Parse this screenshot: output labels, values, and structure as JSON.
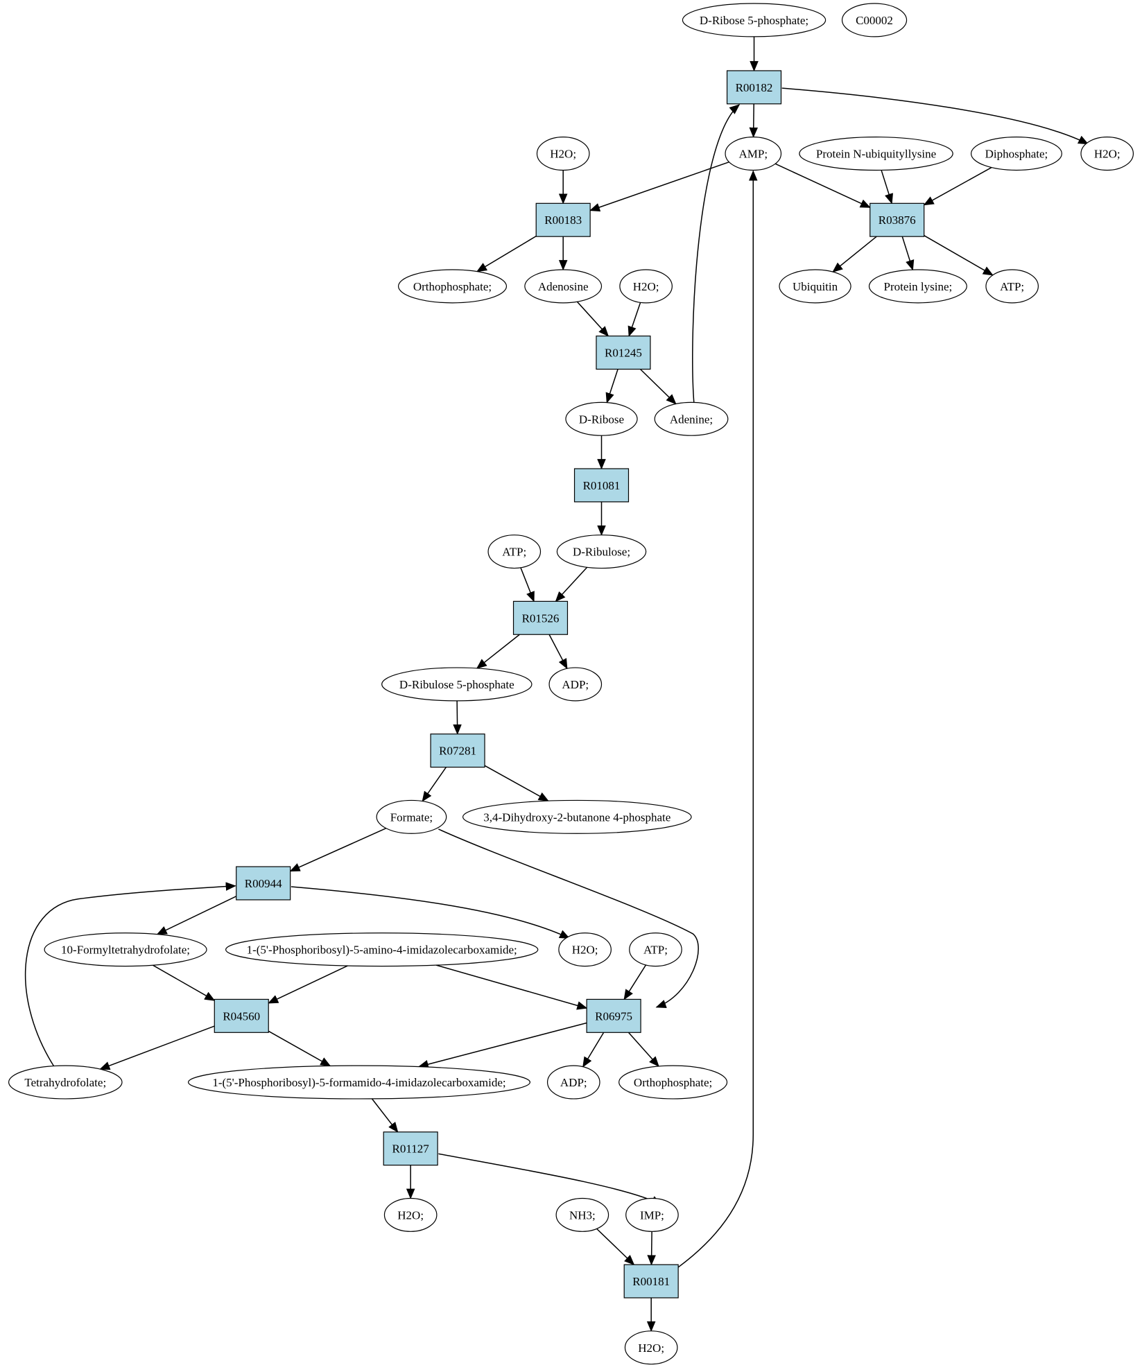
{
  "colors": {
    "reaction_fill": "#add8e6",
    "start_fill": "#00ee00",
    "highlight_fill": "#ffff00",
    "metabolite_fill": "#ffffff",
    "stroke": "#000000"
  },
  "nodes": [
    {
      "id": "n_dribose5p",
      "kind": "metabolite",
      "style": "start",
      "label": "D-Ribose 5-phosphate;"
    },
    {
      "id": "n_c00002",
      "kind": "metabolite",
      "style": "highlight",
      "label": "C00002"
    },
    {
      "id": "n_r00182",
      "kind": "reaction",
      "label": "R00182"
    },
    {
      "id": "n_h2o_1",
      "kind": "metabolite",
      "label": "H2O;"
    },
    {
      "id": "n_amp",
      "kind": "metabolite",
      "label": "AMP;"
    },
    {
      "id": "n_protnubq",
      "kind": "metabolite",
      "label": "Protein N-ubiquityllysine"
    },
    {
      "id": "n_diphosphate",
      "kind": "metabolite",
      "label": "Diphosphate;"
    },
    {
      "id": "n_h2o_2",
      "kind": "metabolite",
      "label": "H2O;"
    },
    {
      "id": "n_r00183",
      "kind": "reaction",
      "label": "R00183"
    },
    {
      "id": "n_r03876",
      "kind": "reaction",
      "label": "R03876"
    },
    {
      "id": "n_orthophos_1",
      "kind": "metabolite",
      "label": "Orthophosphate;"
    },
    {
      "id": "n_adenosine",
      "kind": "metabolite",
      "label": "Adenosine"
    },
    {
      "id": "n_h2o_3",
      "kind": "metabolite",
      "label": "H2O;"
    },
    {
      "id": "n_ubiquitin",
      "kind": "metabolite",
      "label": "Ubiquitin"
    },
    {
      "id": "n_protlys",
      "kind": "metabolite",
      "label": "Protein lysine;"
    },
    {
      "id": "n_atp_1",
      "kind": "metabolite",
      "label": "ATP;"
    },
    {
      "id": "n_r01245",
      "kind": "reaction",
      "label": "R01245"
    },
    {
      "id": "n_dribose",
      "kind": "metabolite",
      "label": "D-Ribose"
    },
    {
      "id": "n_adenine",
      "kind": "metabolite",
      "label": "Adenine;"
    },
    {
      "id": "n_r01081",
      "kind": "reaction",
      "label": "R01081"
    },
    {
      "id": "n_atp_2",
      "kind": "metabolite",
      "label": "ATP;"
    },
    {
      "id": "n_dribulose",
      "kind": "metabolite",
      "label": "D-Ribulose;"
    },
    {
      "id": "n_r01526",
      "kind": "reaction",
      "label": "R01526"
    },
    {
      "id": "n_dribulose5p",
      "kind": "metabolite",
      "label": "D-Ribulose 5-phosphate"
    },
    {
      "id": "n_adp_1",
      "kind": "metabolite",
      "label": "ADP;"
    },
    {
      "id": "n_r07281",
      "kind": "reaction",
      "label": "R07281"
    },
    {
      "id": "n_formate",
      "kind": "metabolite",
      "label": "Formate;"
    },
    {
      "id": "n_dhbp",
      "kind": "metabolite",
      "label": "3,4-Dihydroxy-2-butanone 4-phosphate"
    },
    {
      "id": "n_r00944",
      "kind": "reaction",
      "label": "R00944"
    },
    {
      "id": "n_10fthf",
      "kind": "metabolite",
      "label": "10-Formyltetrahydrofolate;"
    },
    {
      "id": "n_aicar",
      "kind": "metabolite",
      "label": "1-(5'-Phosphoribosyl)-5-amino-4-imidazolecarboxamide;"
    },
    {
      "id": "n_h2o_4",
      "kind": "metabolite",
      "label": "H2O;"
    },
    {
      "id": "n_atp_3",
      "kind": "metabolite",
      "label": "ATP;"
    },
    {
      "id": "n_r04560",
      "kind": "reaction",
      "label": "R04560"
    },
    {
      "id": "n_r06975",
      "kind": "reaction",
      "label": "R06975"
    },
    {
      "id": "n_thf",
      "kind": "metabolite",
      "label": "Tetrahydrofolate;"
    },
    {
      "id": "n_faicar",
      "kind": "metabolite",
      "label": "1-(5'-Phosphoribosyl)-5-formamido-4-imidazolecarboxamide;"
    },
    {
      "id": "n_adp_2",
      "kind": "metabolite",
      "label": "ADP;"
    },
    {
      "id": "n_orthophos_2",
      "kind": "metabolite",
      "label": "Orthophosphate;"
    },
    {
      "id": "n_r01127",
      "kind": "reaction",
      "label": "R01127"
    },
    {
      "id": "n_h2o_5",
      "kind": "metabolite",
      "label": "H2O;"
    },
    {
      "id": "n_nh3",
      "kind": "metabolite",
      "label": "NH3;"
    },
    {
      "id": "n_imp",
      "kind": "metabolite",
      "label": "IMP;"
    },
    {
      "id": "n_r00181",
      "kind": "reaction",
      "label": "R00181"
    },
    {
      "id": "n_h2o_6",
      "kind": "metabolite",
      "label": "H2O;"
    }
  ],
  "edges": [
    {
      "from": "n_dribose5p",
      "to": "n_r00182"
    },
    {
      "from": "n_r00182",
      "to": "n_amp"
    },
    {
      "from": "n_r00182",
      "to": "n_h2o_2"
    },
    {
      "from": "n_h2o_1",
      "to": "n_r00183"
    },
    {
      "from": "n_amp",
      "to": "n_r00183"
    },
    {
      "from": "n_amp",
      "to": "n_r03876"
    },
    {
      "from": "n_protnubq",
      "to": "n_r03876"
    },
    {
      "from": "n_diphosphate",
      "to": "n_r03876"
    },
    {
      "from": "n_r00183",
      "to": "n_orthophos_1"
    },
    {
      "from": "n_r00183",
      "to": "n_adenosine"
    },
    {
      "from": "n_r03876",
      "to": "n_ubiquitin"
    },
    {
      "from": "n_r03876",
      "to": "n_protlys"
    },
    {
      "from": "n_r03876",
      "to": "n_atp_1"
    },
    {
      "from": "n_adenosine",
      "to": "n_r01245"
    },
    {
      "from": "n_h2o_3",
      "to": "n_r01245"
    },
    {
      "from": "n_r01245",
      "to": "n_dribose"
    },
    {
      "from": "n_r01245",
      "to": "n_adenine"
    },
    {
      "from": "n_adenine",
      "to": "n_r00182"
    },
    {
      "from": "n_dribose",
      "to": "n_r01081"
    },
    {
      "from": "n_r01081",
      "to": "n_dribulose"
    },
    {
      "from": "n_atp_2",
      "to": "n_r01526"
    },
    {
      "from": "n_dribulose",
      "to": "n_r01526"
    },
    {
      "from": "n_r01526",
      "to": "n_dribulose5p"
    },
    {
      "from": "n_r01526",
      "to": "n_adp_1"
    },
    {
      "from": "n_dribulose5p",
      "to": "n_r07281"
    },
    {
      "from": "n_r07281",
      "to": "n_formate"
    },
    {
      "from": "n_r07281",
      "to": "n_dhbp"
    },
    {
      "from": "n_formate",
      "to": "n_r00944"
    },
    {
      "from": "n_formate",
      "to": "n_r06975"
    },
    {
      "from": "n_r00944",
      "to": "n_10fthf"
    },
    {
      "from": "n_r00944",
      "to": "n_h2o_4"
    },
    {
      "from": "n_10fthf",
      "to": "n_r04560"
    },
    {
      "from": "n_aicar",
      "to": "n_r04560"
    },
    {
      "from": "n_aicar",
      "to": "n_r06975"
    },
    {
      "from": "n_atp_3",
      "to": "n_r06975"
    },
    {
      "from": "n_r04560",
      "to": "n_thf"
    },
    {
      "from": "n_r04560",
      "to": "n_faicar"
    },
    {
      "from": "n_r06975",
      "to": "n_faicar"
    },
    {
      "from": "n_r06975",
      "to": "n_adp_2"
    },
    {
      "from": "n_r06975",
      "to": "n_orthophos_2"
    },
    {
      "from": "n_thf",
      "to": "n_r00944"
    },
    {
      "from": "n_faicar",
      "to": "n_r01127"
    },
    {
      "from": "n_r01127",
      "to": "n_h2o_5"
    },
    {
      "from": "n_r01127",
      "to": "n_imp"
    },
    {
      "from": "n_nh3",
      "to": "n_r00181"
    },
    {
      "from": "n_imp",
      "to": "n_r00181"
    },
    {
      "from": "n_r00181",
      "to": "n_h2o_6"
    },
    {
      "from": "n_r00181",
      "to": "n_amp"
    }
  ]
}
